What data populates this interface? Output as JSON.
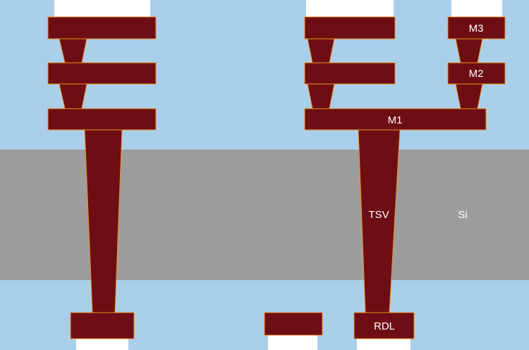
{
  "colors": {
    "dielectric": "#aacfeb",
    "silicon": "#9d9d9d",
    "metal": "#6c0e14",
    "metal_outline": "#f08f1e",
    "pad_opening": "#ffffff",
    "label": "#ffffff"
  },
  "labels": {
    "m3": "M3",
    "m2": "M2",
    "m1": "M1",
    "tsv": "TSV",
    "si": "Si",
    "rdl": "RDL"
  }
}
